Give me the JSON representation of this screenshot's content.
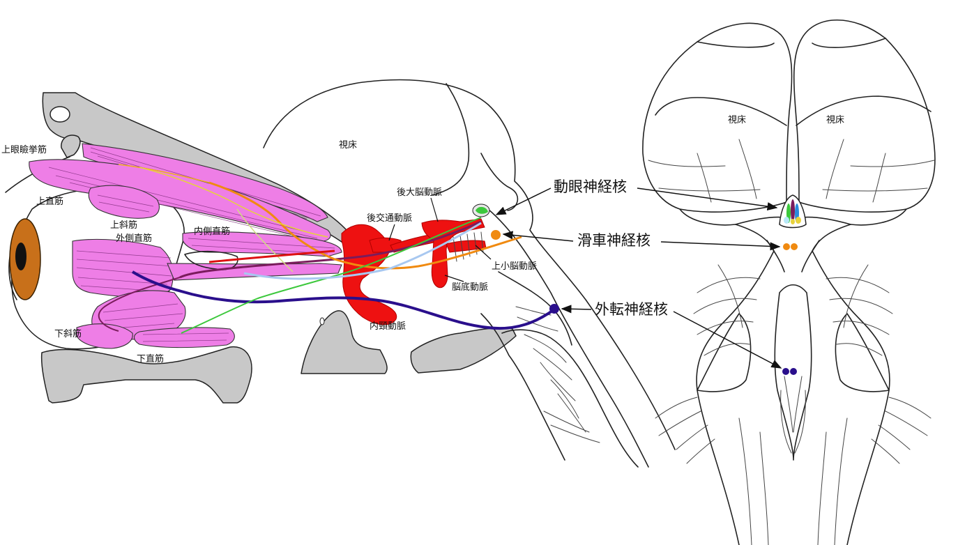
{
  "labels": {
    "levator": "上眼瞼挙筋",
    "superior_rectus": "上直筋",
    "superior_oblique": "上斜筋",
    "lateral_rectus": "外側直筋",
    "medial_rectus": "内側直筋",
    "inferior_oblique": "下斜筋",
    "inferior_rectus": "下直筋",
    "thalamus_side": "視床",
    "internal_carotid": "内頸動脈",
    "posterior_communicating": "後交通動脈",
    "posterior_cerebral": "後大脳動脈",
    "superior_cerebellar": "上小脳動脈",
    "basilar": "脳底動脈",
    "thalamus_left": "視床",
    "thalamus_right": "視床"
  },
  "nuclei_labels": {
    "oculomotor": "動眼神経核",
    "trochlear": "滑車神経核",
    "abducens": "外転神経核"
  },
  "colors": {
    "muscle": "#ee7ee6",
    "artery": "#ee1111",
    "bone": "#c8c8c8",
    "oculomotor_nerve": "#7a1c5c",
    "trochlear_nerve": "#f08a10",
    "abducens_nerve": "#2a0f8c",
    "nerve_green": "#3cc83c",
    "nerve_yellow": "#e8d23c",
    "nerve_lightblue": "#a8c8f0",
    "iris": "#c8701a"
  }
}
